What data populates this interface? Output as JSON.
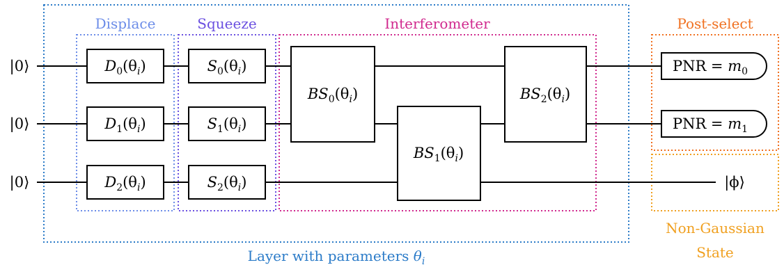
{
  "colors": {
    "layer": "#2b7bc8",
    "displace": "#6b8ce8",
    "squeeze": "#6a4fe0",
    "interferometer": "#d0298e",
    "postselect": "#f07020",
    "nongaussian": "#f0a020"
  },
  "inputs": [
    "|0⟩",
    "|0⟩",
    "|0⟩"
  ],
  "sections": {
    "displace": "Displace",
    "squeeze": "Squeeze",
    "interferometer": "Interferometer",
    "postselect": "Post-select",
    "nongaussian_line1": "Non-Gaussian",
    "nongaussian_line2": "State",
    "layer_prefix": "Layer with parameters ",
    "layer_var": "θ",
    "layer_sub": "i"
  },
  "gates": {
    "displace": [
      {
        "name": "D",
        "sub": "0",
        "arg": "(θ",
        "argsub": "i",
        "close": ")"
      },
      {
        "name": "D",
        "sub": "1",
        "arg": "(θ",
        "argsub": "i",
        "close": ")"
      },
      {
        "name": "D",
        "sub": "2",
        "arg": "(θ",
        "argsub": "i",
        "close": ")"
      }
    ],
    "squeeze": [
      {
        "name": "S",
        "sub": "0",
        "arg": "(θ",
        "argsub": "i",
        "close": ")"
      },
      {
        "name": "S",
        "sub": "1",
        "arg": "(θ",
        "argsub": "i",
        "close": ")"
      },
      {
        "name": "S",
        "sub": "2",
        "arg": "(θ",
        "argsub": "i",
        "close": ")"
      }
    ],
    "beamsplitters": [
      {
        "name": "BS",
        "sub": "0",
        "arg": "(θ",
        "argsub": "i",
        "close": ")"
      },
      {
        "name": "BS",
        "sub": "1",
        "arg": "(θ",
        "argsub": "i",
        "close": ")"
      },
      {
        "name": "BS",
        "sub": "2",
        "arg": "(θ",
        "argsub": "i",
        "close": ")"
      }
    ]
  },
  "detectors": [
    {
      "prefix": "PNR = ",
      "var": "m",
      "sub": "0"
    },
    {
      "prefix": "PNR = ",
      "var": "m",
      "sub": "1"
    }
  ],
  "output": "|ϕ⟩"
}
